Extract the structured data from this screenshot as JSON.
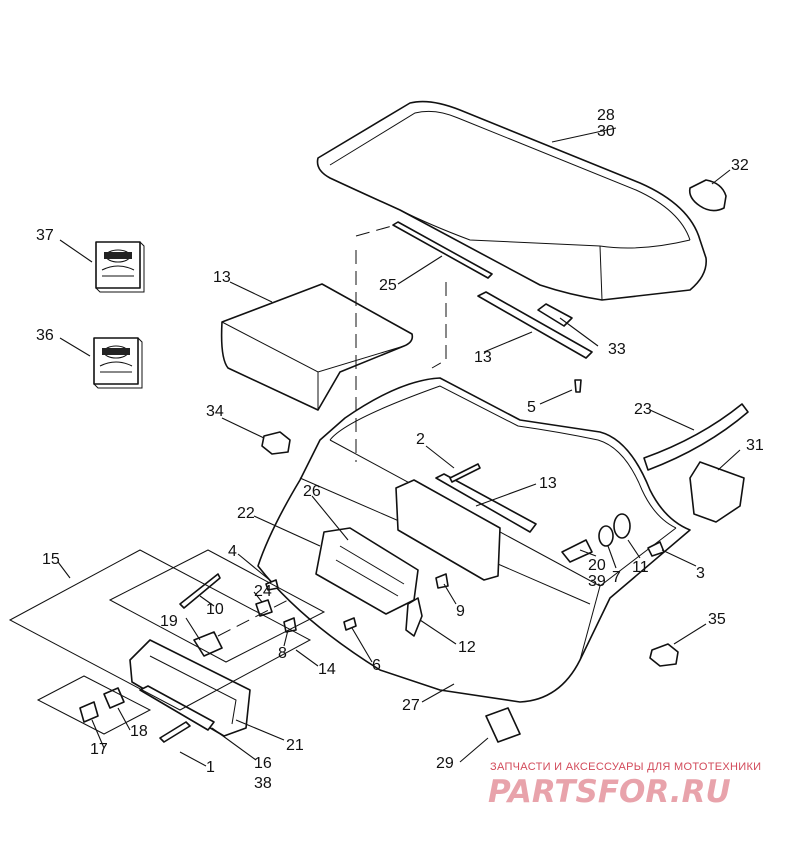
{
  "callouts": [
    {
      "id": "28",
      "text": "28"
    },
    {
      "id": "30",
      "text": "30"
    },
    {
      "id": "32",
      "text": "32"
    },
    {
      "id": "37",
      "text": "37"
    },
    {
      "id": "36",
      "text": "36"
    },
    {
      "id": "13a",
      "text": "13"
    },
    {
      "id": "25",
      "text": "25"
    },
    {
      "id": "13b",
      "text": "13"
    },
    {
      "id": "33",
      "text": "33"
    },
    {
      "id": "5",
      "text": "5"
    },
    {
      "id": "34",
      "text": "34"
    },
    {
      "id": "23",
      "text": "23"
    },
    {
      "id": "2",
      "text": "2"
    },
    {
      "id": "31",
      "text": "31"
    },
    {
      "id": "13c",
      "text": "13"
    },
    {
      "id": "26",
      "text": "26"
    },
    {
      "id": "22",
      "text": "22"
    },
    {
      "id": "4",
      "text": "4"
    },
    {
      "id": "15",
      "text": "15"
    },
    {
      "id": "20",
      "text": "20"
    },
    {
      "id": "39",
      "text": "39"
    },
    {
      "id": "7",
      "text": "7"
    },
    {
      "id": "11",
      "text": "11"
    },
    {
      "id": "3",
      "text": "3"
    },
    {
      "id": "24",
      "text": "24"
    },
    {
      "id": "10",
      "text": "10"
    },
    {
      "id": "9",
      "text": "9"
    },
    {
      "id": "19",
      "text": "19"
    },
    {
      "id": "8",
      "text": "8"
    },
    {
      "id": "12",
      "text": "12"
    },
    {
      "id": "14",
      "text": "14"
    },
    {
      "id": "6",
      "text": "6"
    },
    {
      "id": "35",
      "text": "35"
    },
    {
      "id": "27",
      "text": "27"
    },
    {
      "id": "18",
      "text": "18"
    },
    {
      "id": "17",
      "text": "17"
    },
    {
      "id": "21",
      "text": "21"
    },
    {
      "id": "16",
      "text": "16"
    },
    {
      "id": "38",
      "text": "38"
    },
    {
      "id": "1",
      "text": "1"
    },
    {
      "id": "29",
      "text": "29"
    }
  ],
  "watermark": {
    "tagline": "ЗАПЧАСТИ И АКСЕССУАРЫ ДЛЯ МОТОТЕХНИКИ",
    "brand": "PARTSFOR.RU"
  },
  "colors": {
    "line": "#111111",
    "watermark_text": "#d24a5a",
    "watermark_brand": "#e8a3ab"
  },
  "icons": [
    "harley-logo-icon"
  ]
}
